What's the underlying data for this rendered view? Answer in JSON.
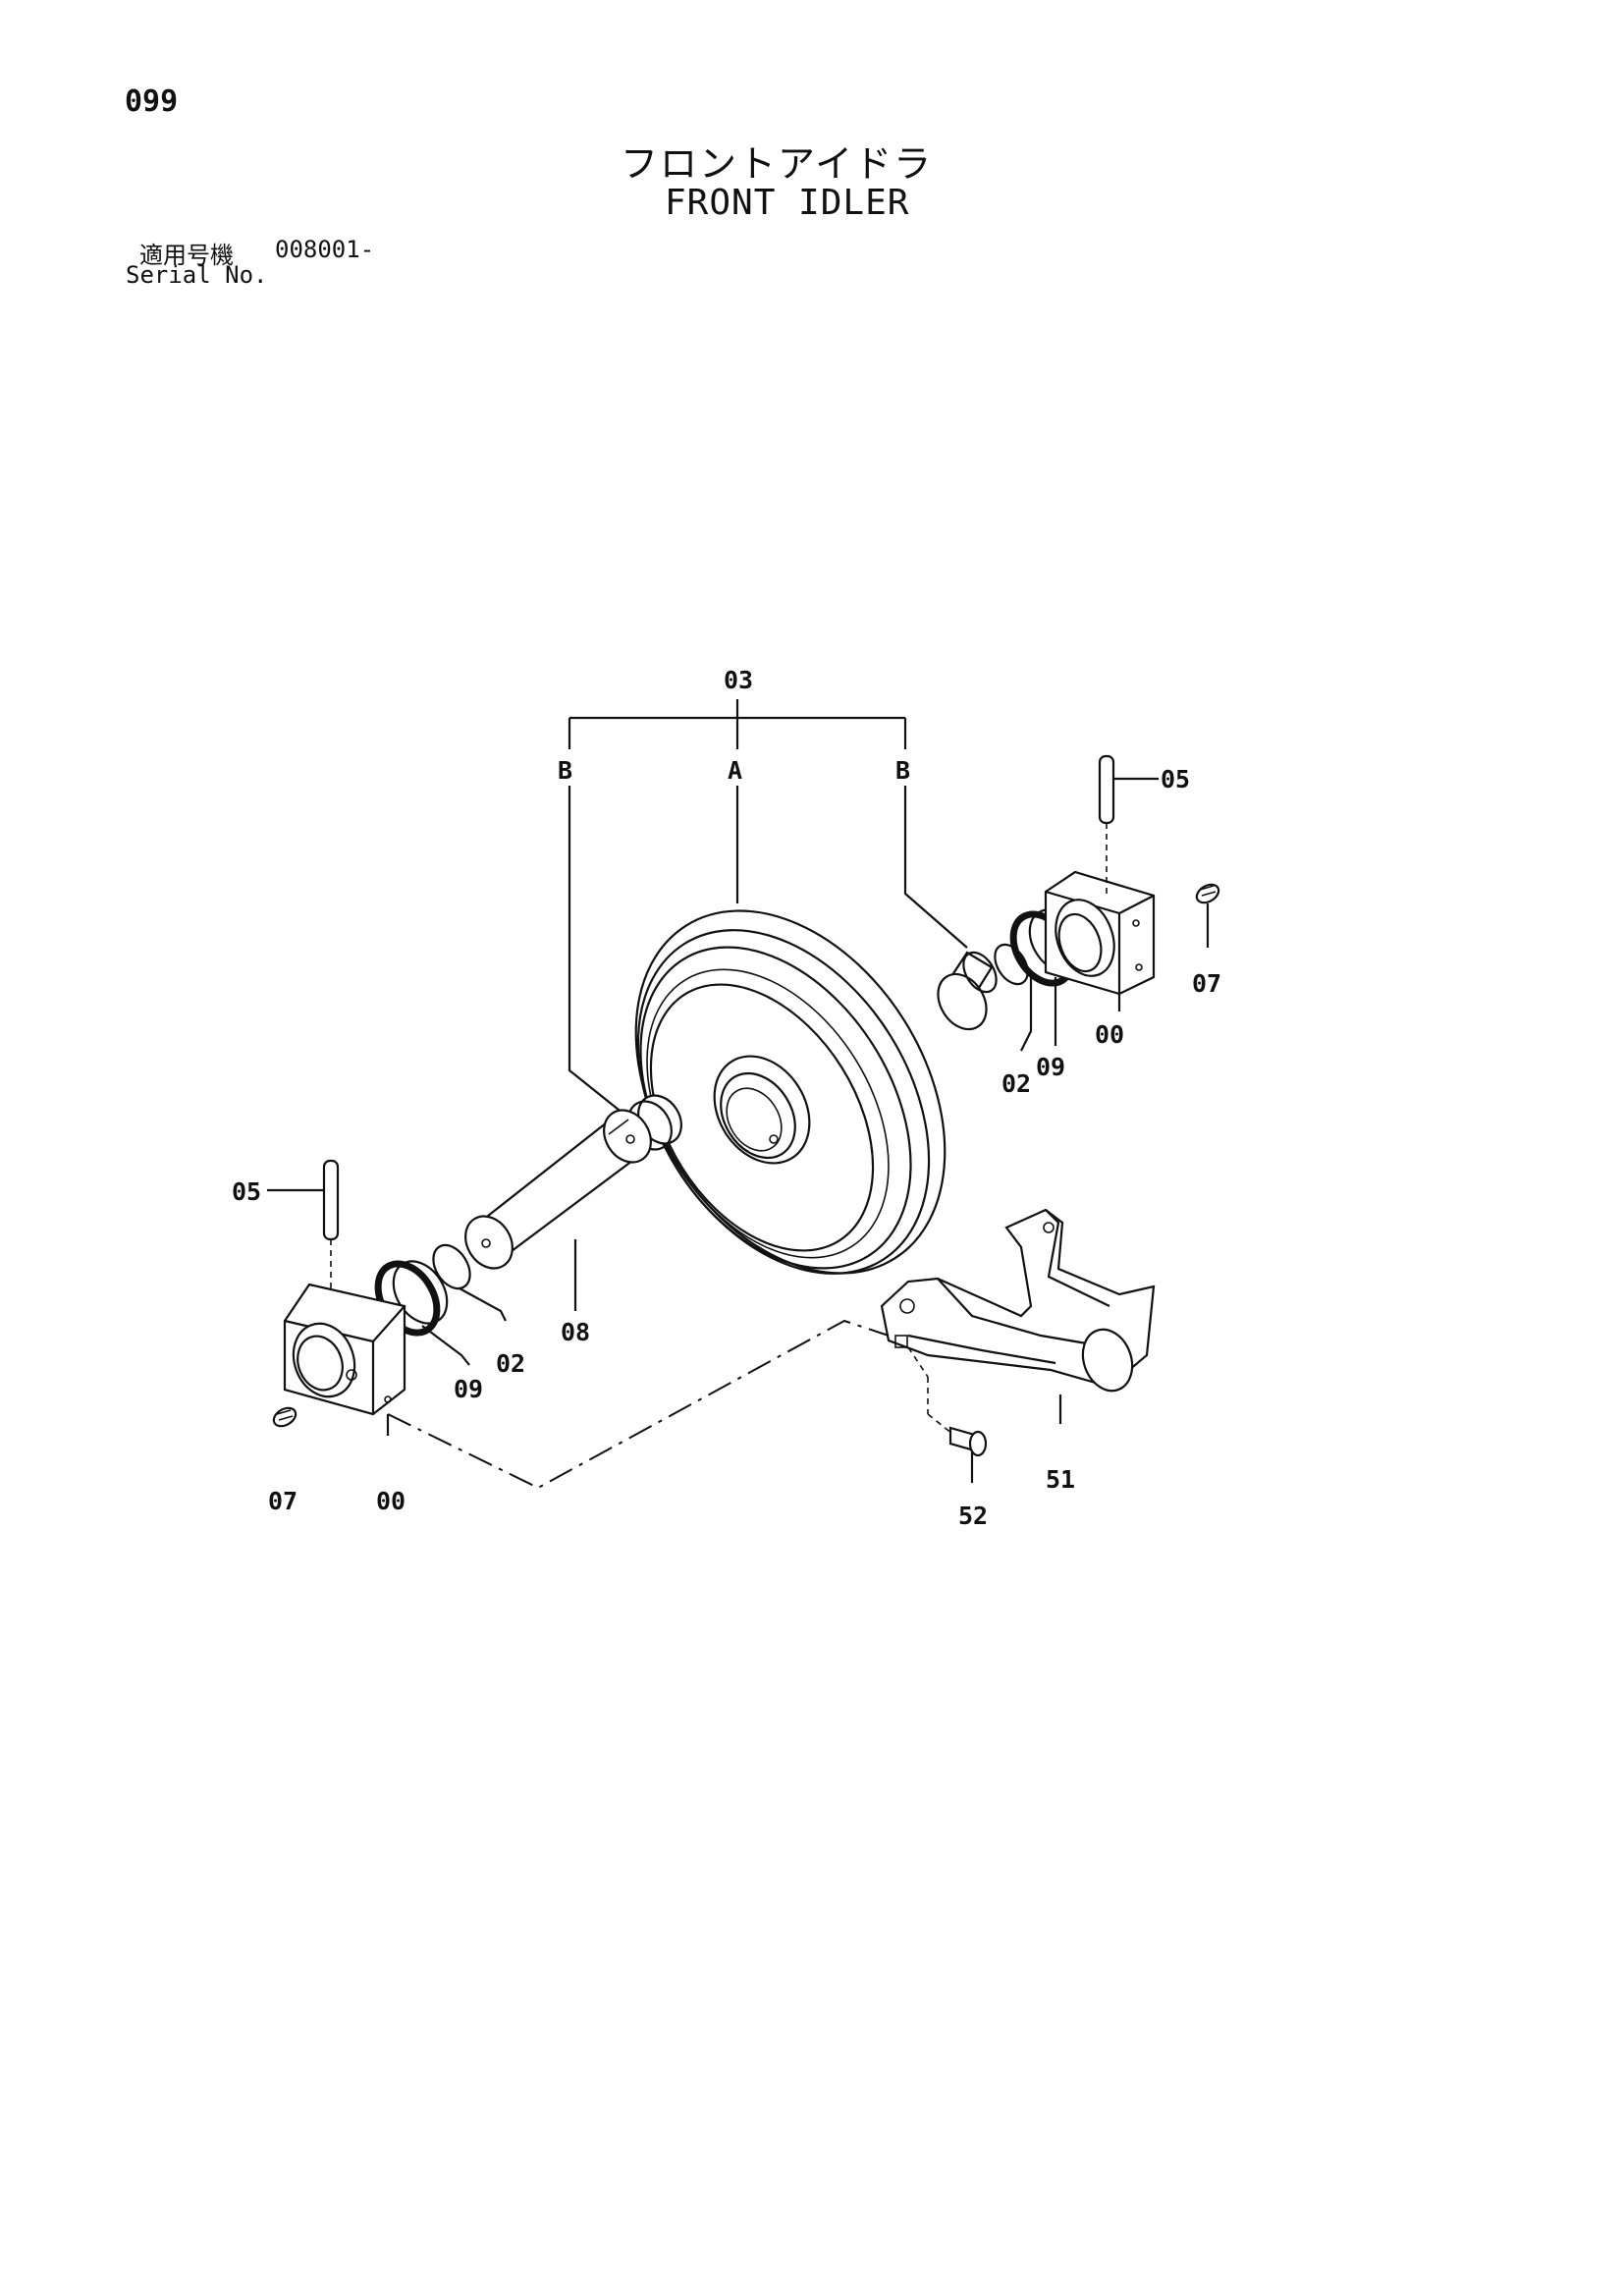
{
  "header": {
    "page_number": "099",
    "title_ja": "フロントアイドラ",
    "title_en": "FRONT IDLER",
    "serial_label_ja": "適用号機",
    "serial_value": "008001-",
    "serial_label_en": "Serial No."
  },
  "callouts": {
    "assembly": "03",
    "sub_a": "A",
    "sub_b_left": "B",
    "sub_b_right": "B",
    "pin_right": "05",
    "pin_left": "05",
    "plug_right": "07",
    "plug_left": "07",
    "block_right": "00",
    "block_left": "00",
    "oring_right": "02",
    "oring_left": "02",
    "seal_right": "09",
    "seal_left": "09",
    "shaft": "08",
    "yoke": "51",
    "bolt": "52"
  }
}
